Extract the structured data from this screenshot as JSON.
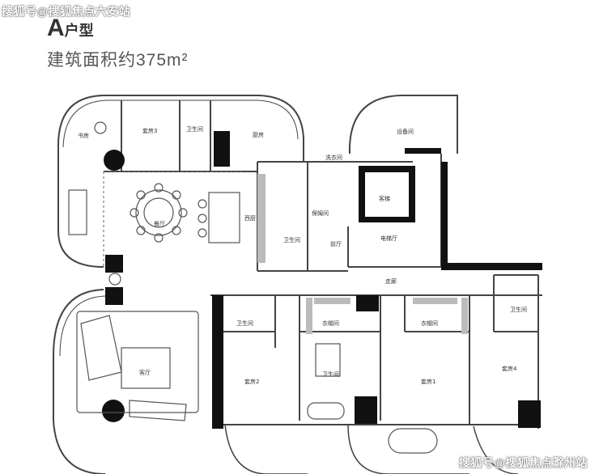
{
  "watermark": {
    "top": "搜狐号@搜狐焦点六安站",
    "bottom": "搜狐号@搜狐焦点滁州站"
  },
  "title": {
    "letter": "A",
    "text": "户型"
  },
  "area": "建筑面积约375m²",
  "rooms": {
    "study": "书房",
    "suite3": "套房3",
    "bath_top": "卫生间",
    "kitchen": "厨房",
    "equipment": "设备间",
    "laundry": "洗衣间",
    "dining": "餐厅",
    "western_kitchen": "西厨",
    "nanny": "保姆间",
    "bath_nanny": "卫生间",
    "foyer": "前厅",
    "elevator": "客梯",
    "elevator_hall": "电梯厅",
    "corridor": "走廊",
    "living": "客厅",
    "bath2": "卫生间",
    "suite2": "套房2",
    "closet_left": "衣帽间",
    "bath_master": "卫生间",
    "suite1": "套房1",
    "closet_right": "衣帽间",
    "bath4": "卫生间",
    "suite4": "套房4"
  }
}
